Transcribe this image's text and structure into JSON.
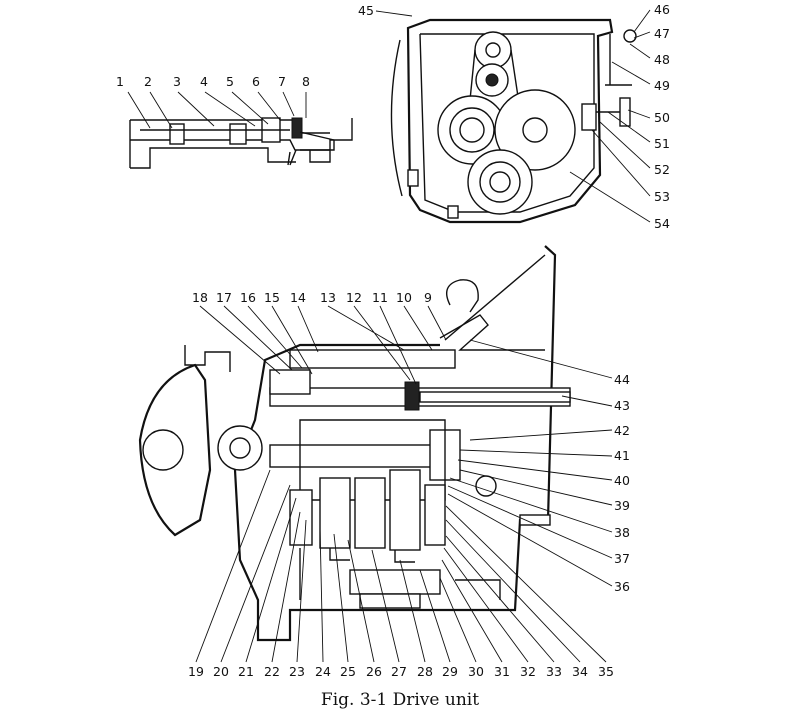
{
  "figure": {
    "caption": "Fig. 3-1 Drive unit"
  },
  "callouts": {
    "top_left": [
      "1",
      "2",
      "3",
      "4",
      "5",
      "6",
      "7",
      "8"
    ],
    "top_right": [
      "45",
      "46",
      "47",
      "48",
      "49",
      "50",
      "51",
      "52",
      "53",
      "54"
    ],
    "upper_row": [
      "18",
      "17",
      "16",
      "15",
      "14",
      "13",
      "12",
      "11",
      "10",
      "9"
    ],
    "right_side": [
      "44",
      "43",
      "42",
      "41",
      "40",
      "39",
      "38",
      "37",
      "36"
    ],
    "bottom_row": [
      "19",
      "20",
      "21",
      "22",
      "23",
      "24",
      "25",
      "26",
      "27",
      "28",
      "29",
      "30",
      "31",
      "32",
      "33",
      "34",
      "35"
    ]
  }
}
